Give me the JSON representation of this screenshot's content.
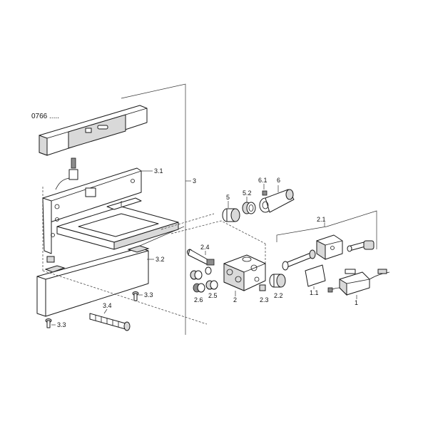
{
  "title_code": "0766 .....",
  "labels": {
    "l3": "3",
    "l3_1": "3.1",
    "l3_2": "3.2",
    "l3_3a": "3.3",
    "l3_3b": "3.3",
    "l3_4": "3.4",
    "l5": "5",
    "l5_2": "5.2",
    "l6_1": "6.1",
    "l6": "6",
    "l2_4": "2.4",
    "l2_5": "2.5",
    "l2_6": "2.6",
    "l2": "2",
    "l2_3": "2.3",
    "l2_2": "2.2",
    "l2_1": "2.1",
    "l1_1": "1.1",
    "l1": "1"
  }
}
